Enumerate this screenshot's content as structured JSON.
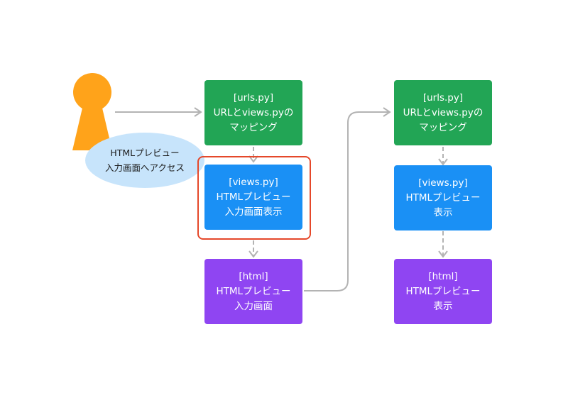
{
  "user_bubble": {
    "line1": "HTMLプレビュー",
    "line2": "入力画面へアクセス"
  },
  "flow_left": {
    "urls_box": {
      "line1": "[urls.py]",
      "line2": "URLとviews.pyの",
      "line3": "マッピング"
    },
    "views_box": {
      "line1": "[views.py]",
      "line2": "HTMLプレビュー",
      "line3": "入力画面表示"
    },
    "html_box": {
      "line1": "[html]",
      "line2": "HTMLプレビュー",
      "line3": "入力画面"
    }
  },
  "flow_right": {
    "urls_box": {
      "line1": "[urls.py]",
      "line2": "URLとviews.pyの",
      "line3": "マッピング"
    },
    "views_box": {
      "line1": "[views.py]",
      "line2": "HTMLプレビュー",
      "line3": "表示"
    },
    "html_box": {
      "line1": "[html]",
      "line2": "HTMLプレビュー",
      "line3": "表示"
    }
  },
  "colors": {
    "urls": "#22a555",
    "views": "#1a90f5",
    "html": "#8f45f2",
    "user": "#ffa31a",
    "bubble": "#c7e4fb",
    "highlight": "#e5482a",
    "connector": "#b3b3b3"
  },
  "icons": {
    "user": "person-icon"
  }
}
